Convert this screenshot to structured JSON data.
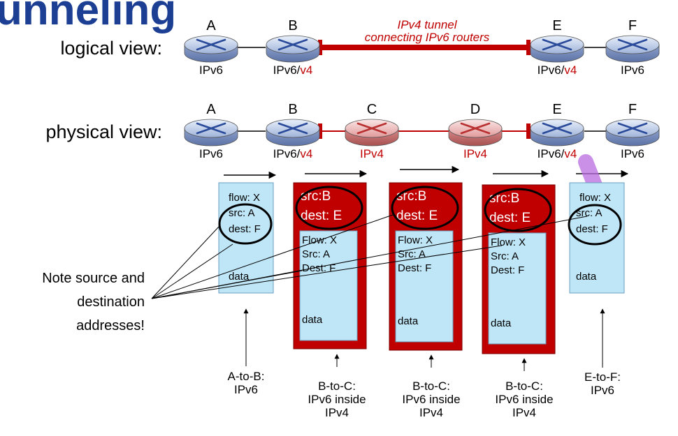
{
  "title": "unneling",
  "logical": {
    "label": "logical view:",
    "tunnel_line1": "IPv4 tunnel",
    "tunnel_line2": "connecting IPv6 routers",
    "routers": [
      {
        "name": "A",
        "proto": "IPv6",
        "suffix": ""
      },
      {
        "name": "B",
        "proto": "IPv6/",
        "suffix": "v4"
      },
      {
        "name": "E",
        "proto": "IPv6/",
        "suffix": "v4"
      },
      {
        "name": "F",
        "proto": "IPv6",
        "suffix": ""
      }
    ]
  },
  "physical": {
    "label": "physical view:",
    "routers": [
      {
        "name": "A",
        "proto": "IPv6",
        "suffix": ""
      },
      {
        "name": "B",
        "proto": "IPv6/",
        "suffix": "v4"
      },
      {
        "name": "C",
        "proto": "IPv4",
        "suffix": ""
      },
      {
        "name": "D",
        "proto": "IPv4",
        "suffix": ""
      },
      {
        "name": "E",
        "proto": "IPv6/",
        "suffix": "v4"
      },
      {
        "name": "F",
        "proto": "IPv6",
        "suffix": ""
      }
    ]
  },
  "packets": {
    "ipv6": [
      {
        "flow": "flow: X",
        "src": "src: A",
        "dest": "dest: F",
        "data": "data"
      },
      {
        "flow": "flow: X",
        "src": "src: A",
        "dest": "dest: F",
        "data": "data"
      }
    ],
    "tunneled": [
      {
        "outer_src": "src:B",
        "outer_dest": "dest: E",
        "flow": "Flow: X",
        "src": "Src: A",
        "dest": "Dest: F",
        "data": "data"
      },
      {
        "outer_src": "src:B",
        "outer_dest": "dest: E",
        "flow": "Flow: X",
        "src": "Src: A",
        "dest": "Dest: F",
        "data": "data"
      },
      {
        "outer_src": "src:B",
        "outer_dest": "dest: E",
        "flow": "Flow: X",
        "src": "Src: A",
        "dest": "Dest: F",
        "data": "data"
      }
    ]
  },
  "note": {
    "line1": "Note source and",
    "line2": "destination",
    "line3": "addresses!"
  },
  "captions": [
    {
      "line1": "A-to-B:",
      "line2": "IPv6",
      "line3": ""
    },
    {
      "line1": "B-to-C:",
      "line2": "IPv6 inside",
      "line3": "IPv4"
    },
    {
      "line1": "B-to-C:",
      "line2": "IPv6 inside",
      "line3": "IPv4"
    },
    {
      "line1": "B-to-C:",
      "line2": "IPv6 inside",
      "line3": "IPv4"
    },
    {
      "line1": "E-to-F:",
      "line2": "IPv6",
      "line3": ""
    }
  ],
  "colors": {
    "title": "#1c3f94",
    "tunnel_red": "#c00000",
    "packet_blue": "#bfe6f7",
    "ipv6_router": "#9fb3d9",
    "ipv4_router": "#e8a0a0",
    "highlight": "#b86be0"
  }
}
